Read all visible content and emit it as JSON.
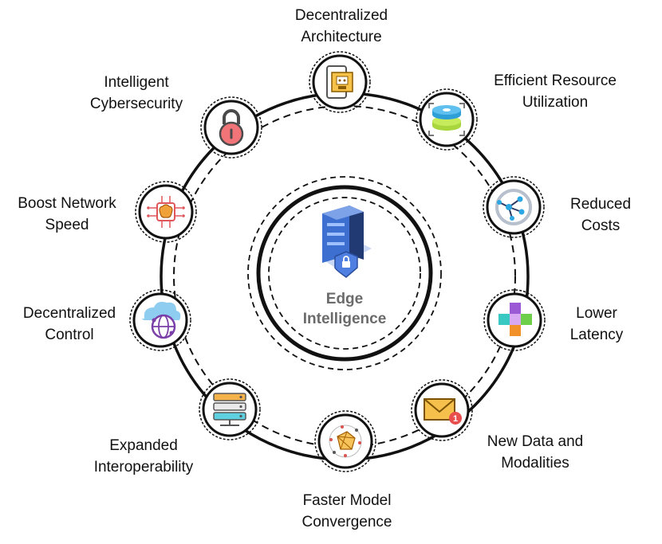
{
  "center": {
    "line1": "Edge",
    "line2": "Intelligence",
    "icon": "server-shield-icon"
  },
  "features": [
    {
      "line1": "Decentralized",
      "line2": "Architecture",
      "icon": "phone-robot-icon"
    },
    {
      "line1": "Efficient Resource",
      "line2": "Utilization",
      "icon": "layers-stack-icon"
    },
    {
      "line1": "Reduced",
      "line2": "Costs",
      "icon": "network-nodes-icon"
    },
    {
      "line1": "Lower",
      "line2": "Latency",
      "icon": "cubes-icon"
    },
    {
      "line1": "New Data and",
      "line2": "Modalities",
      "icon": "mail-notification-icon"
    },
    {
      "line1": "Faster Model",
      "line2": "Convergence",
      "icon": "neural-network-icon"
    },
    {
      "line1": "Expanded",
      "line2": "Interoperability",
      "icon": "server-rack-icon"
    },
    {
      "line1": "Decentralized",
      "line2": "Control",
      "icon": "cloud-network-icon"
    },
    {
      "line1": "Boost Network",
      "line2": "Speed",
      "icon": "brain-chip-icon"
    },
    {
      "line1": "Intelligent",
      "line2": "Cybersecurity",
      "icon": "padlock-icon"
    }
  ],
  "colors": {
    "ring": "#111111",
    "center_text": "#6b6b6b",
    "lock_red": "#f07478",
    "server_blue": "#3d6fd1",
    "server_dark": "#213a73"
  }
}
